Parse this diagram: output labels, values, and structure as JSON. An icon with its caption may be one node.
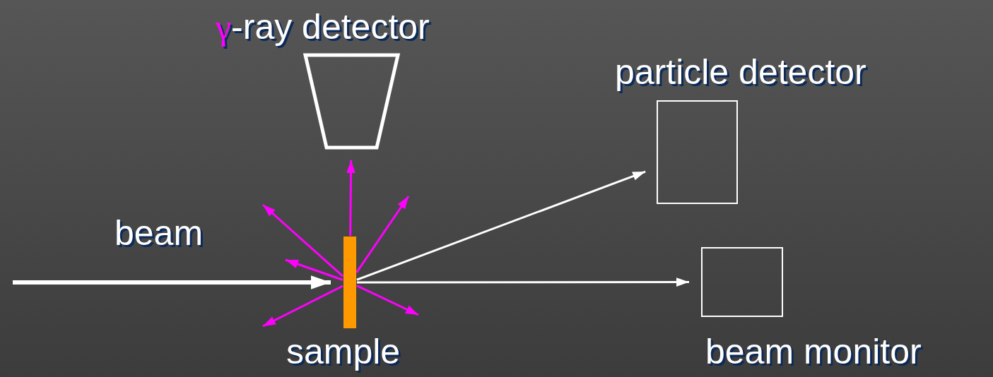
{
  "diagram": {
    "nodes": [
      {
        "text": [
          "γ-ray detector"
        ]
      },
      {
        "text": [
          "particle detector"
        ]
      },
      {
        "text": [
          "beam monitor"
        ]
      },
      {
        "text": [
          "sample"
        ]
      }
    ],
    "edges": [
      {
        "from": null,
        "to": 3,
        "arrow": "to",
        "label": "beam",
        "style": "thick",
        "color": "#ffffff"
      },
      {
        "from": 3,
        "to": 0,
        "arrow": "to",
        "color": "#ff00ff"
      },
      {
        "from": 3,
        "to": 1,
        "arrow": "to",
        "color": "#ffffff"
      },
      {
        "from": 3,
        "to": 2,
        "arrow": "to",
        "color": "#ffffff"
      },
      {
        "from": 3,
        "to": null,
        "arrow": "to",
        "color": "#ff00ff"
      },
      {
        "from": 3,
        "to": null,
        "arrow": "to",
        "color": "#ff00ff"
      },
      {
        "from": 3,
        "to": null,
        "arrow": "to",
        "color": "#ff00ff"
      },
      {
        "from": 3,
        "to": null,
        "arrow": "to",
        "color": "#ff00ff"
      },
      {
        "from": 3,
        "to": null,
        "arrow": "to",
        "color": "#ff00ff"
      }
    ]
  }
}
